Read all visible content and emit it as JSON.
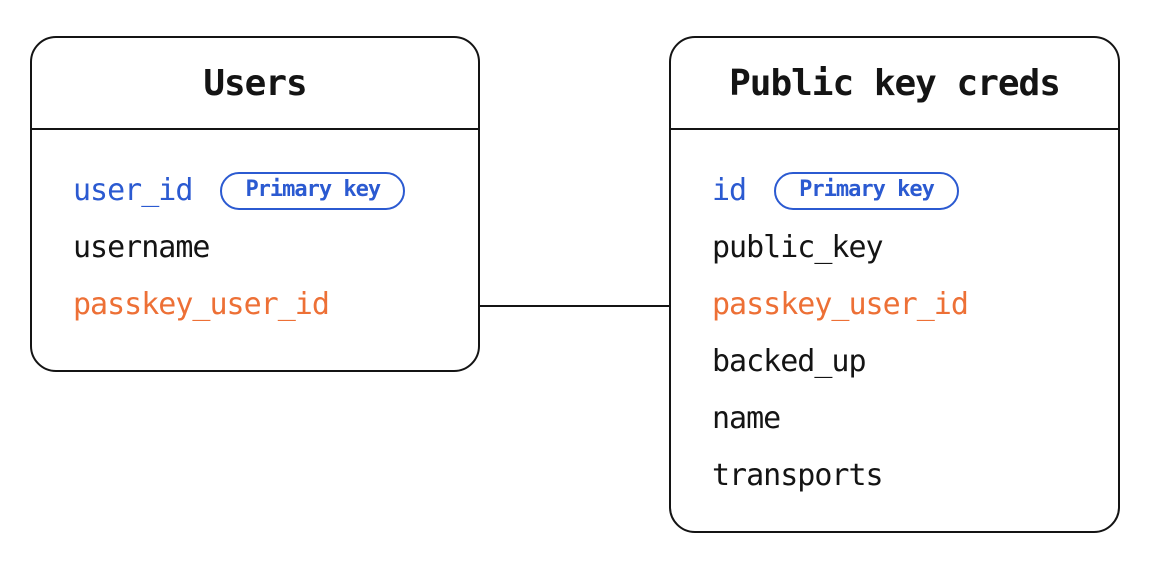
{
  "diagram": {
    "colors": {
      "background": "#ffffff",
      "line": "#141414",
      "text": "#141414",
      "primary_key_blue": "#2b5ad1",
      "foreign_key_orange": "#ed7036"
    },
    "tables": [
      {
        "title": "Users",
        "fields": [
          {
            "name": "user_id",
            "role": "primary",
            "badge": "Primary key"
          },
          {
            "name": "username",
            "role": "normal"
          },
          {
            "name": "passkey_user_id",
            "role": "foreign"
          }
        ]
      },
      {
        "title": "Public key creds",
        "fields": [
          {
            "name": "id",
            "role": "primary",
            "badge": "Primary key"
          },
          {
            "name": "public_key",
            "role": "normal"
          },
          {
            "name": "passkey_user_id",
            "role": "foreign"
          },
          {
            "name": "backed_up",
            "role": "normal"
          },
          {
            "name": "name",
            "role": "normal"
          },
          {
            "name": "transports",
            "role": "normal"
          }
        ]
      }
    ],
    "relationship": {
      "from_table": "Users",
      "from_field": "passkey_user_id",
      "to_table": "Public key creds",
      "to_field": "passkey_user_id"
    }
  }
}
